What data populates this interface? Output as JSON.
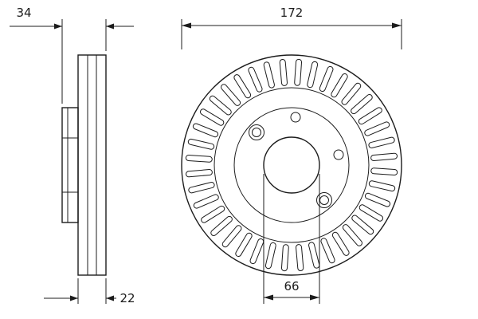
{
  "drawing": {
    "subject": "ventilated-brake-disc-technical-drawing",
    "line_color": "#1c1c1c",
    "background_color": "#ffffff"
  },
  "dimensions": {
    "overall_width": "34",
    "outer_diameter": "172",
    "disc_thickness": "22",
    "hub_bore_diameter": "66"
  }
}
